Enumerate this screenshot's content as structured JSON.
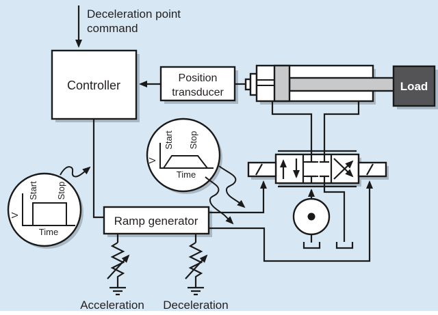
{
  "colors": {
    "background": "#d7e8f4",
    "line": "#1a1a1a",
    "boxfill": "#ffffff",
    "shadow": "#a8b8c5",
    "metal": "#c8c9cb",
    "loadfill": "#545456",
    "text": "#231f20"
  },
  "command": {
    "line1": "Deceleration point",
    "line2": "command"
  },
  "controller": {
    "label": "Controller"
  },
  "transducer": {
    "line1": "Position",
    "line2": "transducer"
  },
  "cylinder": {
    "load_label": "Load"
  },
  "ramp": {
    "label": "Ramp generator"
  },
  "pots": {
    "acceleration": "Acceleration",
    "deceleration": "Deceleration"
  },
  "inset_step": {
    "type": "step-velocity-profile",
    "v": "V",
    "start": "Start",
    "stop": "Stop",
    "time": "Time"
  },
  "inset_trapezoid": {
    "type": "trapezoid-velocity-profile",
    "v": "V",
    "start": "Start",
    "stop": "Stop",
    "time": "Time"
  }
}
